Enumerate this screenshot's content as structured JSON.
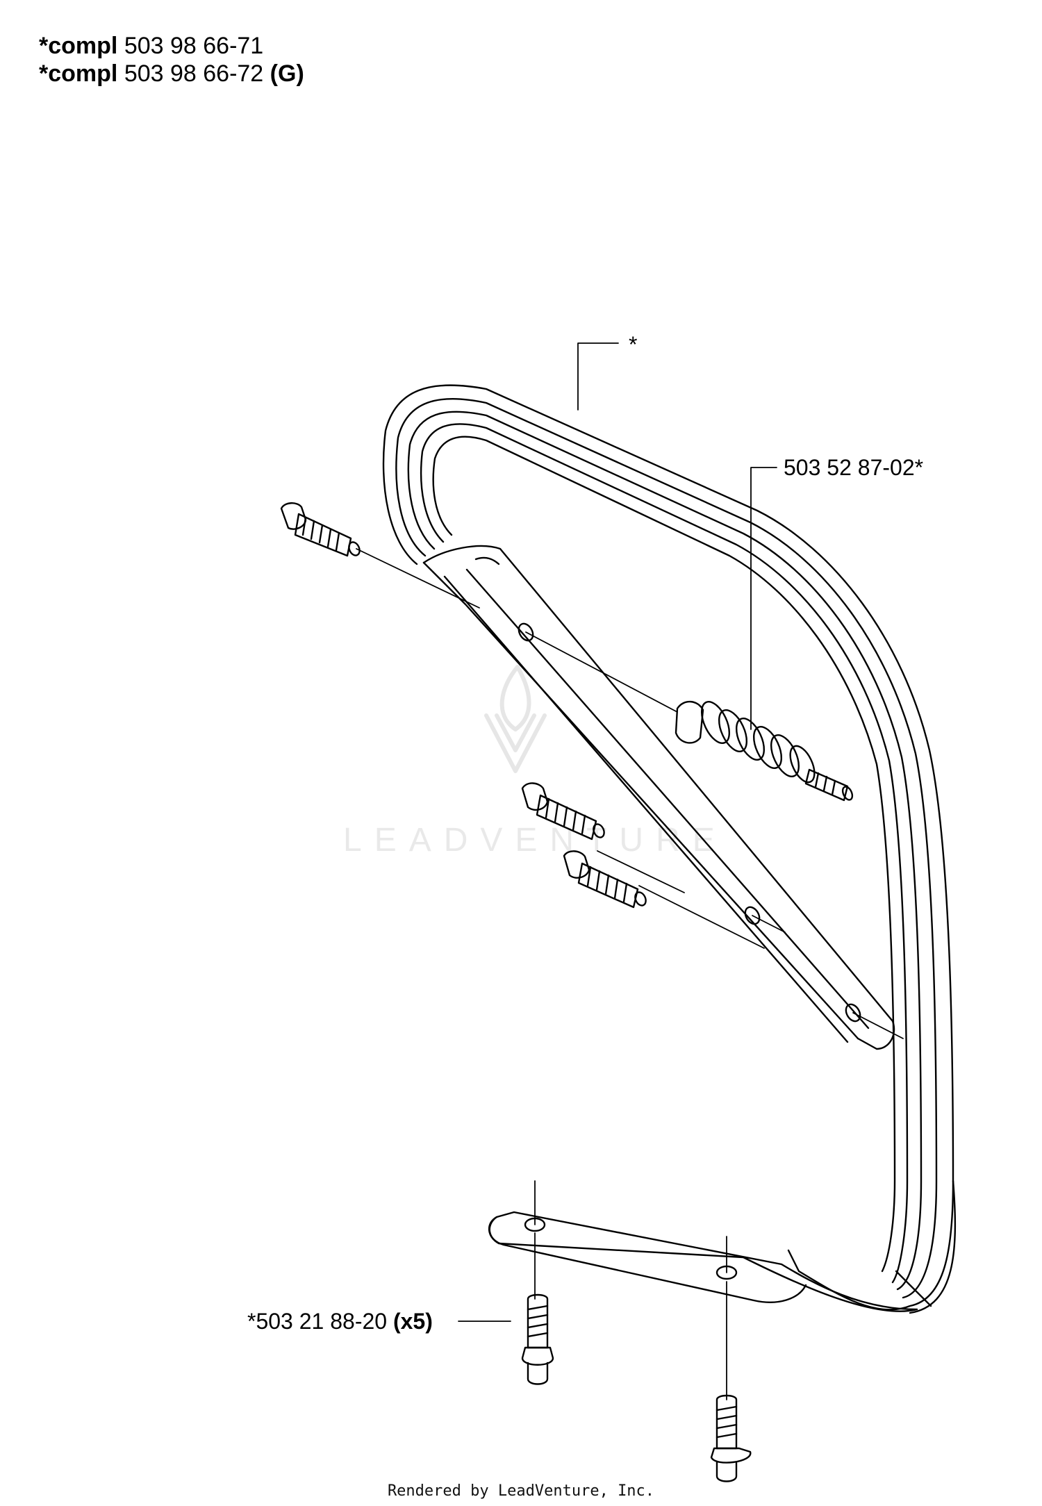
{
  "header": {
    "lines": [
      {
        "prefix": "*compl",
        "number": "503 98 66-71",
        "suffix": ""
      },
      {
        "prefix": "*compl",
        "number": "503 98 66-72",
        "suffix": "(G)"
      }
    ]
  },
  "callouts": {
    "handle": "*",
    "buffer": "503 52 87-02*",
    "screw_number": "*503 21 88-20",
    "screw_qty": "(x5)"
  },
  "watermark": "LEADVENTURE",
  "footer": "Rendered by LeadVenture, Inc."
}
